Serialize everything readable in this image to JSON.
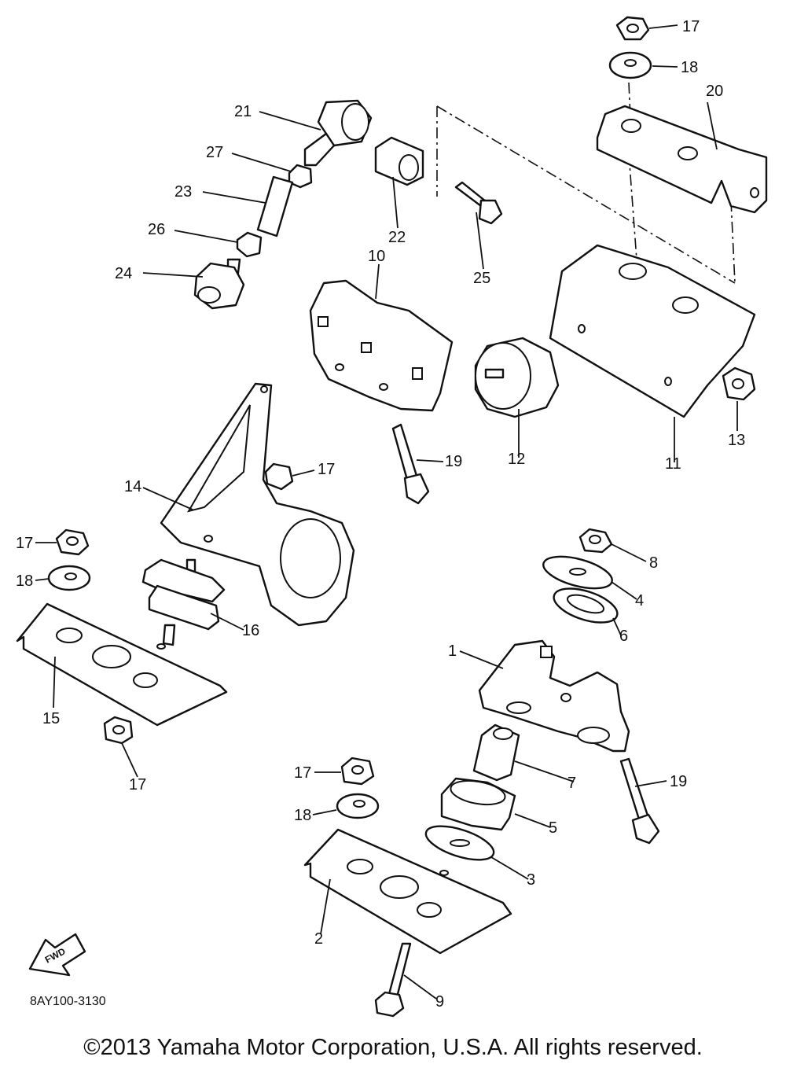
{
  "diagram": {
    "code": "8AY100-3130",
    "forward_label": "FWD",
    "callouts": [
      "1",
      "2",
      "3",
      "4",
      "5",
      "6",
      "7",
      "8",
      "9",
      "10",
      "11",
      "12",
      "13",
      "14",
      "15",
      "16",
      "17",
      "18",
      "19",
      "20",
      "21",
      "22",
      "23",
      "24",
      "25",
      "26",
      "27"
    ]
  },
  "copyright": "©2013 Yamaha Motor Corporation, U.S.A. All rights reserved."
}
